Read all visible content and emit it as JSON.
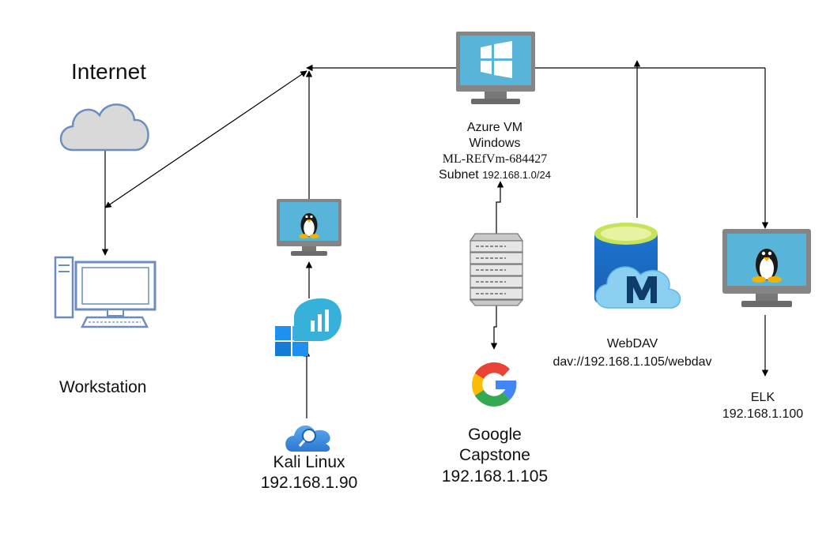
{
  "internet": {
    "label": "Internet"
  },
  "workstation": {
    "label": "Workstation"
  },
  "azure_vm": {
    "line1": "Azure VM",
    "line2": "Windows",
    "line3": "ML-REfVm-684427",
    "subnet_word": "Subnet",
    "subnet_value": "192.168.1.0/24"
  },
  "kali": {
    "name": "Kali Linux",
    "ip": "192.168.1.90"
  },
  "google": {
    "line1": "Google",
    "line2": "Capstone",
    "ip": "192.168.1.105"
  },
  "webdav": {
    "name": "WebDAV",
    "url": "dav://192.168.1.105/webdav"
  },
  "elk": {
    "name": "ELK",
    "ip": "192.168.1.100"
  },
  "icons": [
    "cloud-icon",
    "workstation-pc-icon",
    "windows-monitor-icon",
    "linux-monitor-icon",
    "server-rack-icon",
    "google-logo-icon",
    "azure-blob-database-icon",
    "azure-monitor-insights-icon",
    "cloud-search-icon"
  ],
  "colors": {
    "monitor_frame": "#8a8c8e",
    "screen_blue": "#4aa7d9",
    "cloud_gray": "#d8d8d8",
    "azure_blue": "#0078d4",
    "google_red": "#ea4335",
    "google_yellow": "#fbbc05",
    "google_green": "#34a853",
    "google_blue": "#4285f4"
  }
}
